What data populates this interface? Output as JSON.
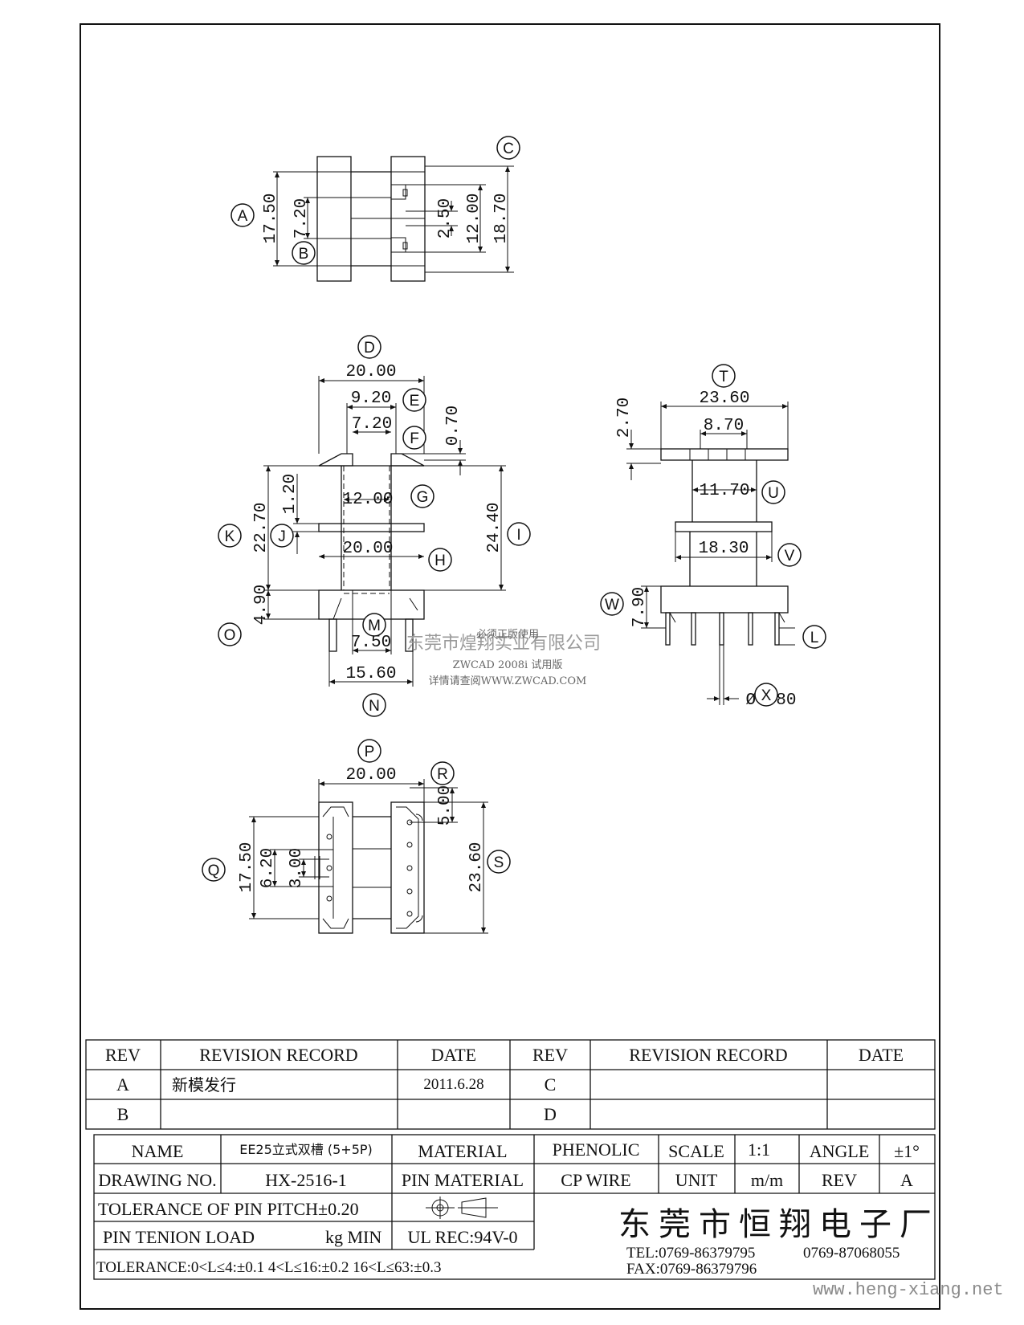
{
  "top_view": {
    "labels": [
      "A",
      "B",
      "C"
    ],
    "dims": [
      "17.50",
      "7.20",
      "2.50",
      "12.00",
      "18.70"
    ]
  },
  "front_view": {
    "labels": [
      "D",
      "E",
      "F",
      "G",
      "H",
      "I",
      "J",
      "K",
      "M",
      "N",
      "O"
    ],
    "dims": [
      "20.00",
      "9.20",
      "7.20",
      "0.70",
      "1.20",
      "22.70",
      "12.00",
      "20.00",
      "24.40",
      "4.90",
      "7.50",
      "15.60"
    ]
  },
  "side_view": {
    "labels": [
      "T",
      "U",
      "V",
      "W",
      "L",
      "X"
    ],
    "dims": [
      "23.60",
      "8.70",
      "2.70",
      "11.70",
      "18.30",
      "7.90",
      "Ø0.80"
    ]
  },
  "bottom_view": {
    "labels": [
      "P",
      "R",
      "Q",
      "S"
    ],
    "dims": [
      "20.00",
      "17.50",
      "6.20",
      "3.00",
      "5.00",
      "23.60"
    ]
  },
  "watermark": {
    "company": "东莞市煌翔实业有限公司",
    "line1": "必须正版使用",
    "line2": "ZWCAD 2008i 试用版",
    "line3": "详情请查阅WWW.ZWCAD.COM"
  },
  "revision": {
    "headers": [
      "REV",
      "REVISION RECORD",
      "DATE",
      "REV",
      "REVISION RECORD",
      "DATE"
    ],
    "rows": [
      {
        "rev_l": "A",
        "record_l": "新模发行",
        "date_l": "2011.6.28",
        "rev_r": "C"
      },
      {
        "rev_l": "B",
        "rev_r": "D"
      }
    ]
  },
  "title_block": {
    "name_label": "NAME",
    "name_value": "EE25立式双槽 (5+5P)",
    "material_label": "MATERIAL",
    "material_value": "PHENOLIC",
    "scale_label": "SCALE",
    "scale_value": "1:1",
    "angle_label": "ANGLE",
    "angle_value": "±1°",
    "drawing_label": "DRAWING NO.",
    "drawing_value": "HX-2516-1",
    "pin_material_label": "PIN MATERIAL",
    "pin_material_value": "CP WIRE",
    "unit_label": "UNIT",
    "unit_value": "m/m",
    "rev_label": "REV",
    "rev_value": "A",
    "tol_pitch": "TOLERANCE OF PIN PITCH±0.20",
    "pin_load_label": "PIN TENION LOAD",
    "pin_load_unit": "kg MIN",
    "ul": "UL REC:94V-0",
    "tolerance": "TOLERANCE:0<L≤4:±0.1  4<L≤16:±0.2  16<L≤63:±0.3",
    "company": "东莞市恒翔电子厂",
    "tel": "TEL:0769-86379795",
    "tel2": "0769-87068055",
    "fax": "FAX:0769-86379796",
    "website": "www.heng-xiang.net"
  }
}
